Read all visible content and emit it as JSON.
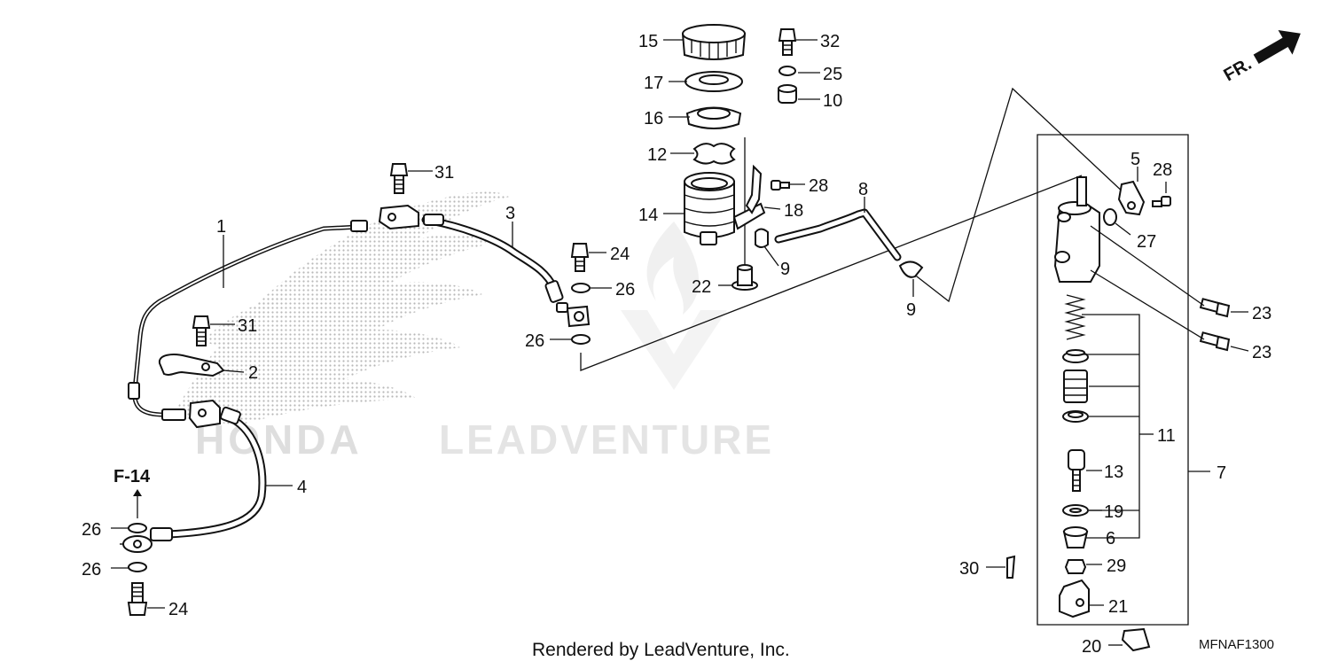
{
  "diagram": {
    "front_indicator": "FR.",
    "reference_code": "F-14",
    "diagram_code": "MFNAF1300",
    "footer": "Rendered by LeadVenture, Inc.",
    "watermark_brand": "HONDA",
    "watermark_text": "LEADVENTURE",
    "callouts": {
      "c1": "1",
      "c2": "2",
      "c3": "3",
      "c4": "4",
      "c5": "5",
      "c6": "6",
      "c7": "7",
      "c8": "8",
      "c9a": "9",
      "c9b": "9",
      "c10": "10",
      "c11": "11",
      "c12": "12",
      "c13": "13",
      "c14": "14",
      "c15": "15",
      "c16": "16",
      "c17": "17",
      "c18": "18",
      "c19": "19",
      "c20": "20",
      "c21": "21",
      "c22": "22",
      "c23a": "23",
      "c23b": "23",
      "c24a": "24",
      "c24b": "24",
      "c25": "25",
      "c26a": "26",
      "c26b": "26",
      "c26c": "26",
      "c26d": "26",
      "c27": "27",
      "c28a": "28",
      "c28b": "28",
      "c29": "29",
      "c30": "30",
      "c31a": "31",
      "c31b": "31",
      "c32": "32"
    }
  }
}
